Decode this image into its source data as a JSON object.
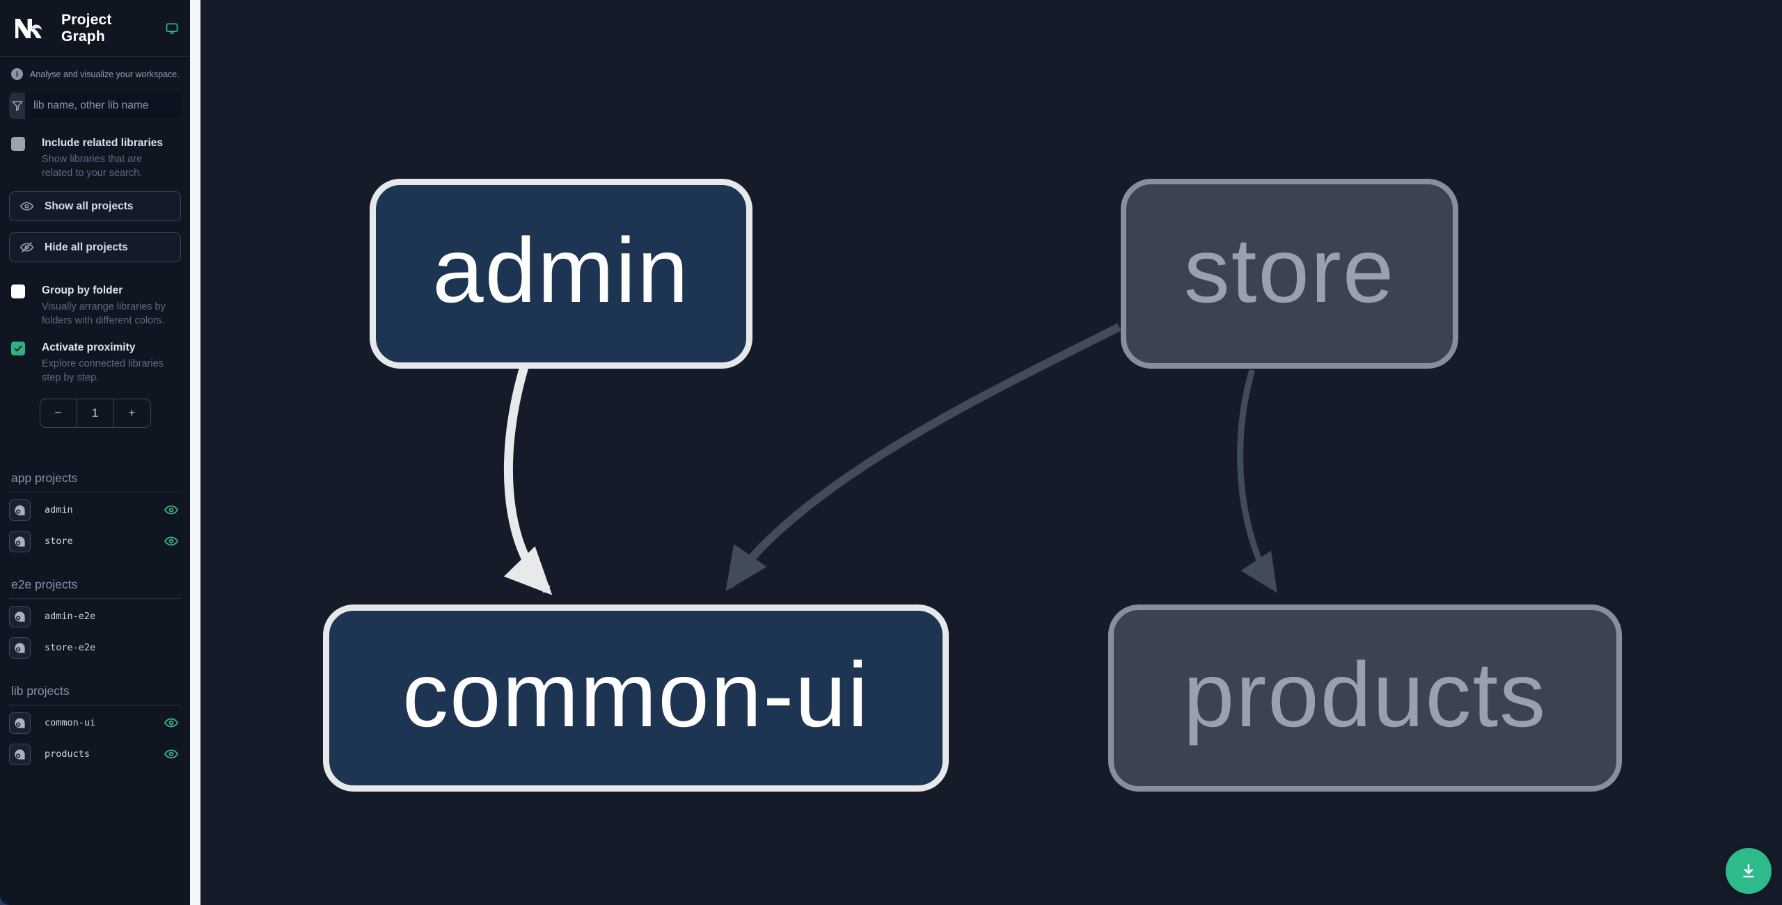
{
  "app": {
    "title": "Project Graph"
  },
  "sidebar": {
    "tagline": "Analyse and visualize your workspace.",
    "search": {
      "placeholder": "lib name, other lib name"
    },
    "include_related": {
      "label": "Include related libraries",
      "description": "Show libraries that are related to your search.",
      "checked": false
    },
    "show_all_label": "Show all projects",
    "hide_all_label": "Hide all projects",
    "group_by_folder": {
      "label": "Group by folder",
      "description": "Visually arrange libraries by folders with different colors.",
      "checked": false
    },
    "activate_proximity": {
      "label": "Activate proximity",
      "description": "Explore connected libraries step by step.",
      "checked": true
    },
    "proximity_stepper": {
      "decrement": "−",
      "value": "1",
      "increment": "+"
    },
    "sections": [
      {
        "title": "app projects",
        "items": [
          {
            "name": "admin",
            "eye": true
          },
          {
            "name": "store",
            "eye": true
          }
        ]
      },
      {
        "title": "e2e projects",
        "items": [
          {
            "name": "admin-e2e",
            "eye": false
          },
          {
            "name": "store-e2e",
            "eye": false
          }
        ]
      },
      {
        "title": "lib projects",
        "items": [
          {
            "name": "common-ui",
            "eye": true
          },
          {
            "name": "products",
            "eye": true
          }
        ]
      }
    ]
  },
  "graph": {
    "nodes": [
      {
        "id": "admin",
        "label": "admin",
        "state": "focused"
      },
      {
        "id": "store",
        "label": "store",
        "state": "unfocused"
      },
      {
        "id": "common-ui",
        "label": "common-ui",
        "state": "focused"
      },
      {
        "id": "products",
        "label": "products",
        "state": "unfocused"
      }
    ],
    "edges": [
      {
        "from": "admin",
        "to": "common-ui",
        "state": "focused"
      },
      {
        "from": "store",
        "to": "common-ui",
        "state": "unfocused"
      },
      {
        "from": "store",
        "to": "products",
        "state": "unfocused"
      }
    ]
  },
  "colors": {
    "accent_green": "#2fba8c",
    "checkbox_checked": "#2fb183",
    "focused_node_fill": "#1d3452",
    "focused_node_border": "#e6e8ea",
    "unfocused_node_fill": "#3b4353",
    "unfocused_node_border": "#878f9c",
    "focused_edge": "#e8e9ea",
    "unfocused_edge": "#424b59",
    "sidebar_bg": "#0f1521",
    "canvas_bg": "#151b29",
    "divider": "#f5f6f7"
  }
}
